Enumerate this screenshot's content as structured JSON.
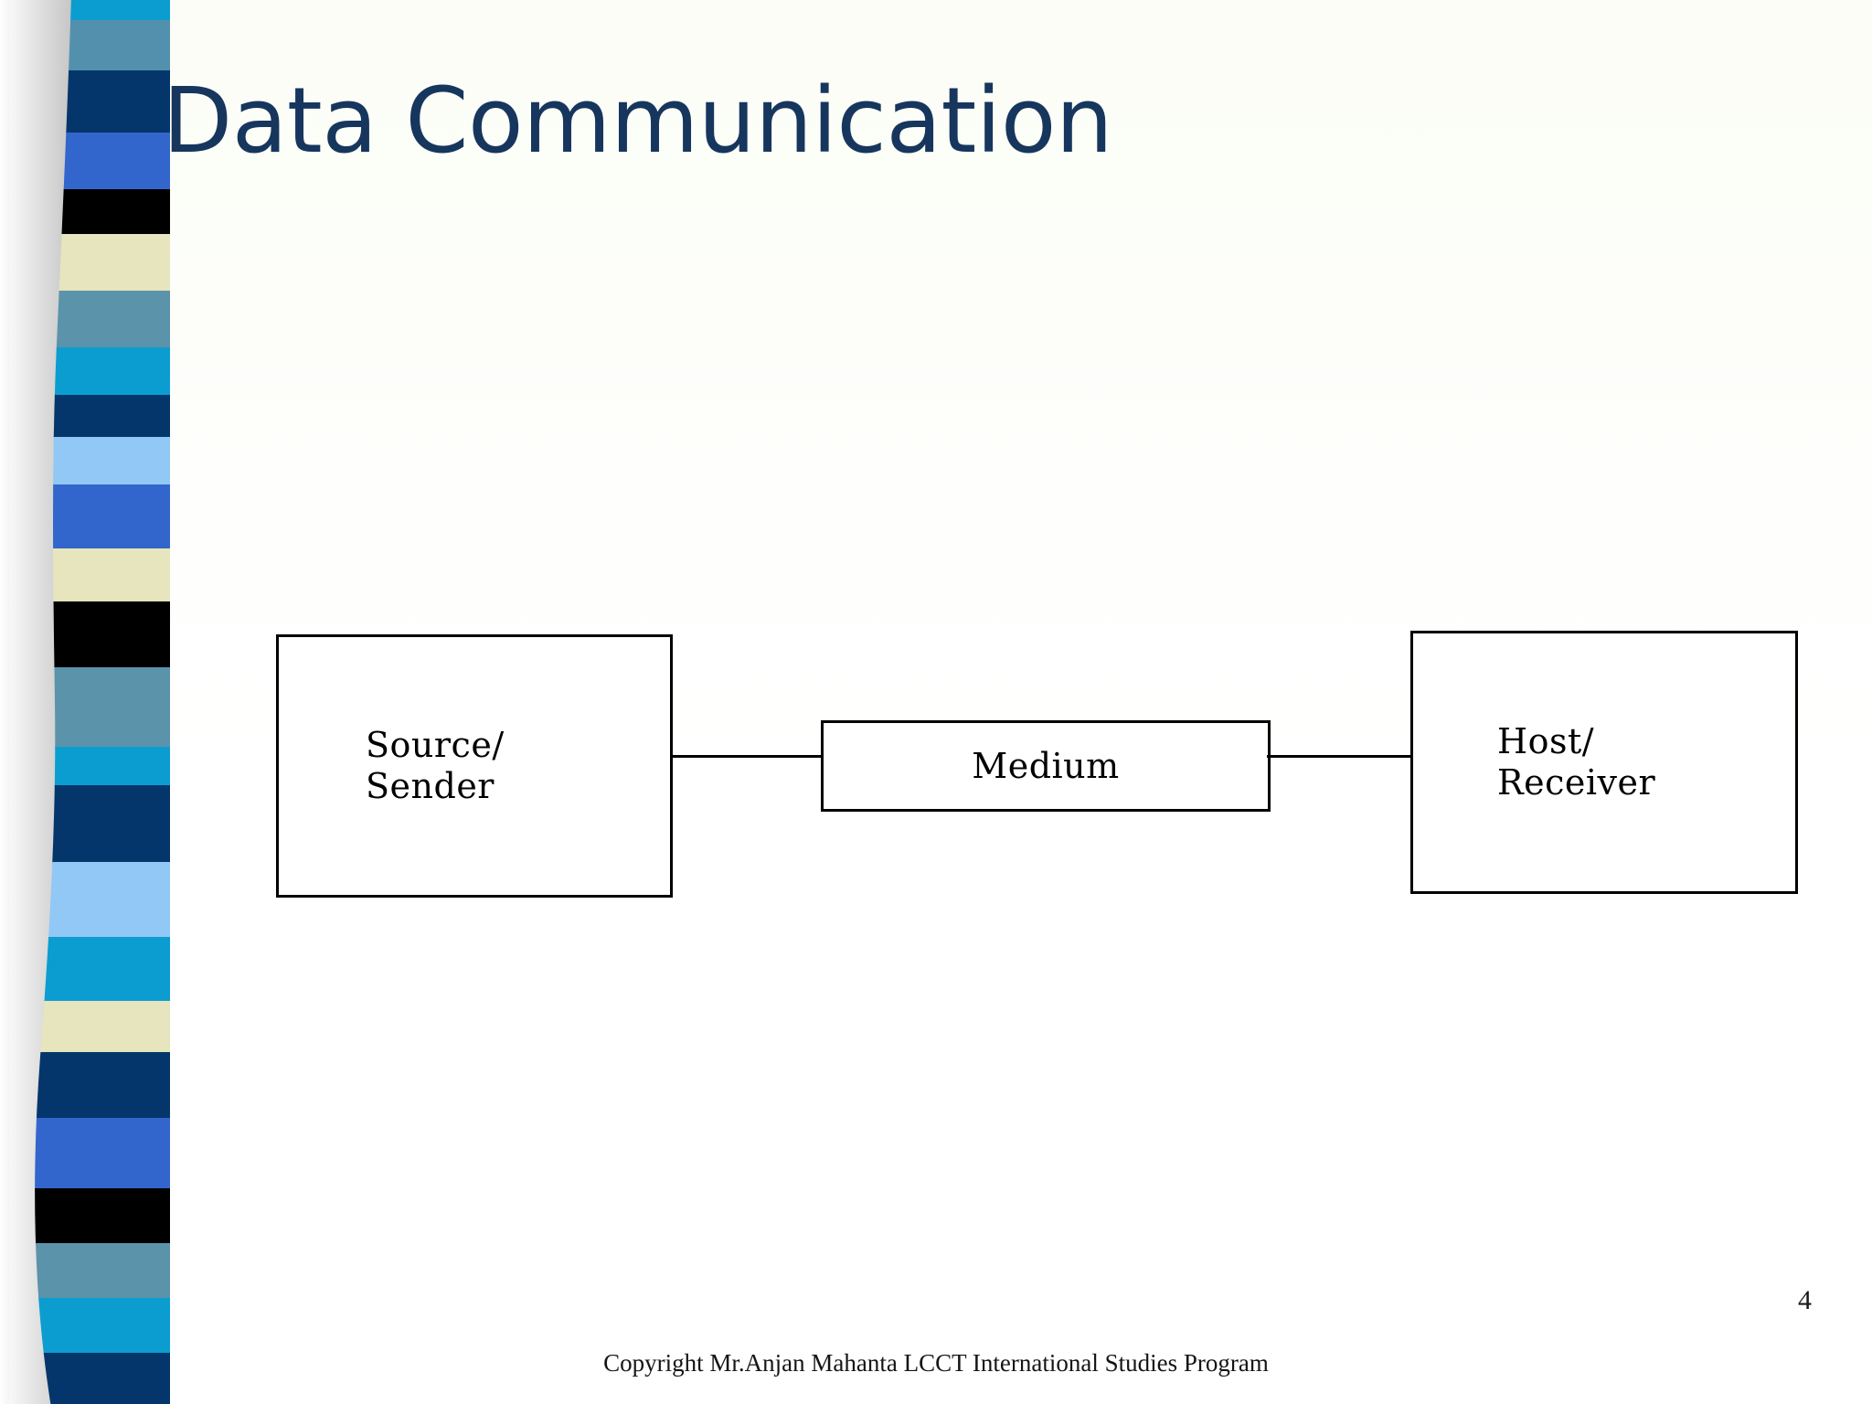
{
  "slide": {
    "title": "Data Communication",
    "title_color": "#17365d",
    "background_color": "#ffffff",
    "page_number": "4",
    "footer": "Copyright Mr.Anjan Mahanta LCCT International Studies Program"
  },
  "diagram": {
    "type": "flow",
    "boxes": [
      {
        "id": "source",
        "line1": "Source/",
        "line2": "Sender"
      },
      {
        "id": "medium",
        "line1": "Medium"
      },
      {
        "id": "host",
        "line1": "Host/",
        "line2": "Receiver"
      }
    ],
    "connectors": [
      {
        "from": "source",
        "to": "medium"
      },
      {
        "from": "medium",
        "to": "host"
      }
    ],
    "border_color": "#000000",
    "fill_color": "#ffffff"
  },
  "left_band": {
    "name": "decorative-stripe-ribbon",
    "stripes": [
      {
        "color": "#0b9dd0",
        "height": 26
      },
      {
        "color": "#5390ae",
        "height": 55
      },
      {
        "color": "#04366b",
        "height": 68
      },
      {
        "color": "#3366cc",
        "height": 62
      },
      {
        "color": "#000000",
        "height": 48
      },
      {
        "color": "#e6e5bd",
        "height": 62
      },
      {
        "color": "#5b93ab",
        "height": 62
      },
      {
        "color": "#0b9dd0",
        "height": 52
      },
      {
        "color": "#04366b",
        "height": 46
      },
      {
        "color": "#92c8f5",
        "height": 52
      },
      {
        "color": "#3366cc",
        "height": 70
      },
      {
        "color": "#e6e5bd",
        "height": 58
      },
      {
        "color": "#000000",
        "height": 72
      },
      {
        "color": "#5b93ab",
        "height": 86
      },
      {
        "color": "#0b9dd0",
        "height": 42
      },
      {
        "color": "#04366b",
        "height": 84
      },
      {
        "color": "#92c8f5",
        "height": 82
      },
      {
        "color": "#0b9dd0",
        "height": 70
      },
      {
        "color": "#e6e5bd",
        "height": 56
      },
      {
        "color": "#04366b",
        "height": 72
      },
      {
        "color": "#3366cc",
        "height": 76
      },
      {
        "color": "#000000",
        "height": 60
      },
      {
        "color": "#5b93ab",
        "height": 60
      },
      {
        "color": "#0b9dd0",
        "height": 60
      },
      {
        "color": "#04366b",
        "height": 60
      }
    ]
  }
}
